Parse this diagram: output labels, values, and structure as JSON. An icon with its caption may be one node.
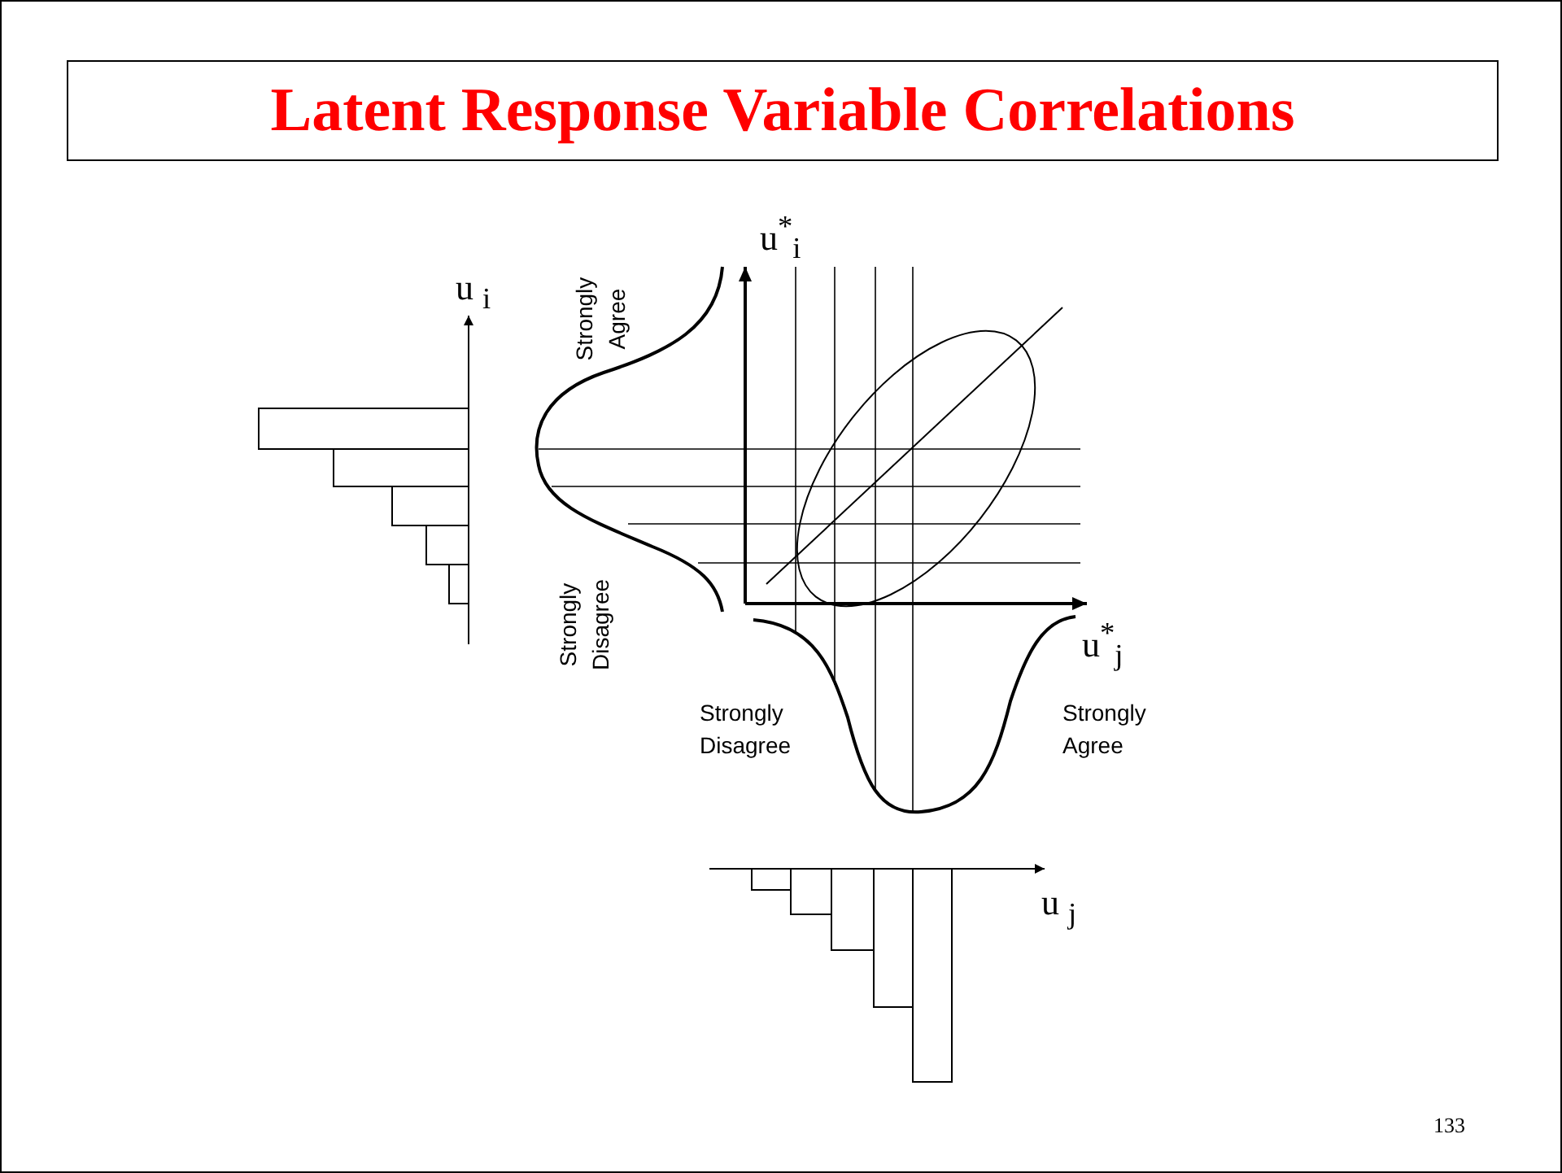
{
  "diagram": {
    "title": "Latent Response Variable Correlations",
    "labels": [
      "u$^{*}$$_{i}$",
      "u $_{i}$",
      "Strongly Agree",
      "Strongly Disagree",
      "u$^{*}$$_{j}$",
      "Strongly Disagree",
      "Strongly Agree",
      "u $_{j}$",
      "133"
    ]
  }
}
